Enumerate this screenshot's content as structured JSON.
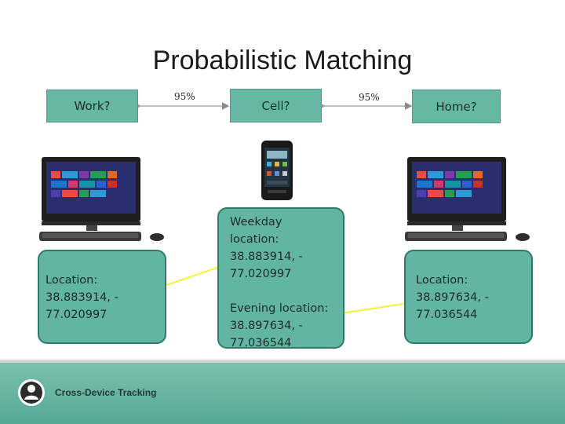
{
  "slide": {
    "title": "Probabilistic Matching"
  },
  "nodes": {
    "work": "Work?",
    "cell": "Cell?",
    "home": "Home?"
  },
  "edges": {
    "work_cell_pct": "95%",
    "cell_home_pct": "95%"
  },
  "info_boxes": {
    "work": [
      "Location:",
      "38.883914, -",
      "77.020997"
    ],
    "cell": [
      "Weekday",
      "location:",
      "38.883914, -",
      "77.020997",
      "",
      "Evening location:",
      "38.897634, -",
      "77.036544"
    ],
    "home": [
      "Location:",
      "38.897634, -",
      "77.036544"
    ]
  },
  "footer": {
    "label": "Cross-Device Tracking"
  },
  "colors": {
    "node_fill": "#66b8a4",
    "link_highlight": "#f2f23a",
    "footer": "#62b09e"
  }
}
